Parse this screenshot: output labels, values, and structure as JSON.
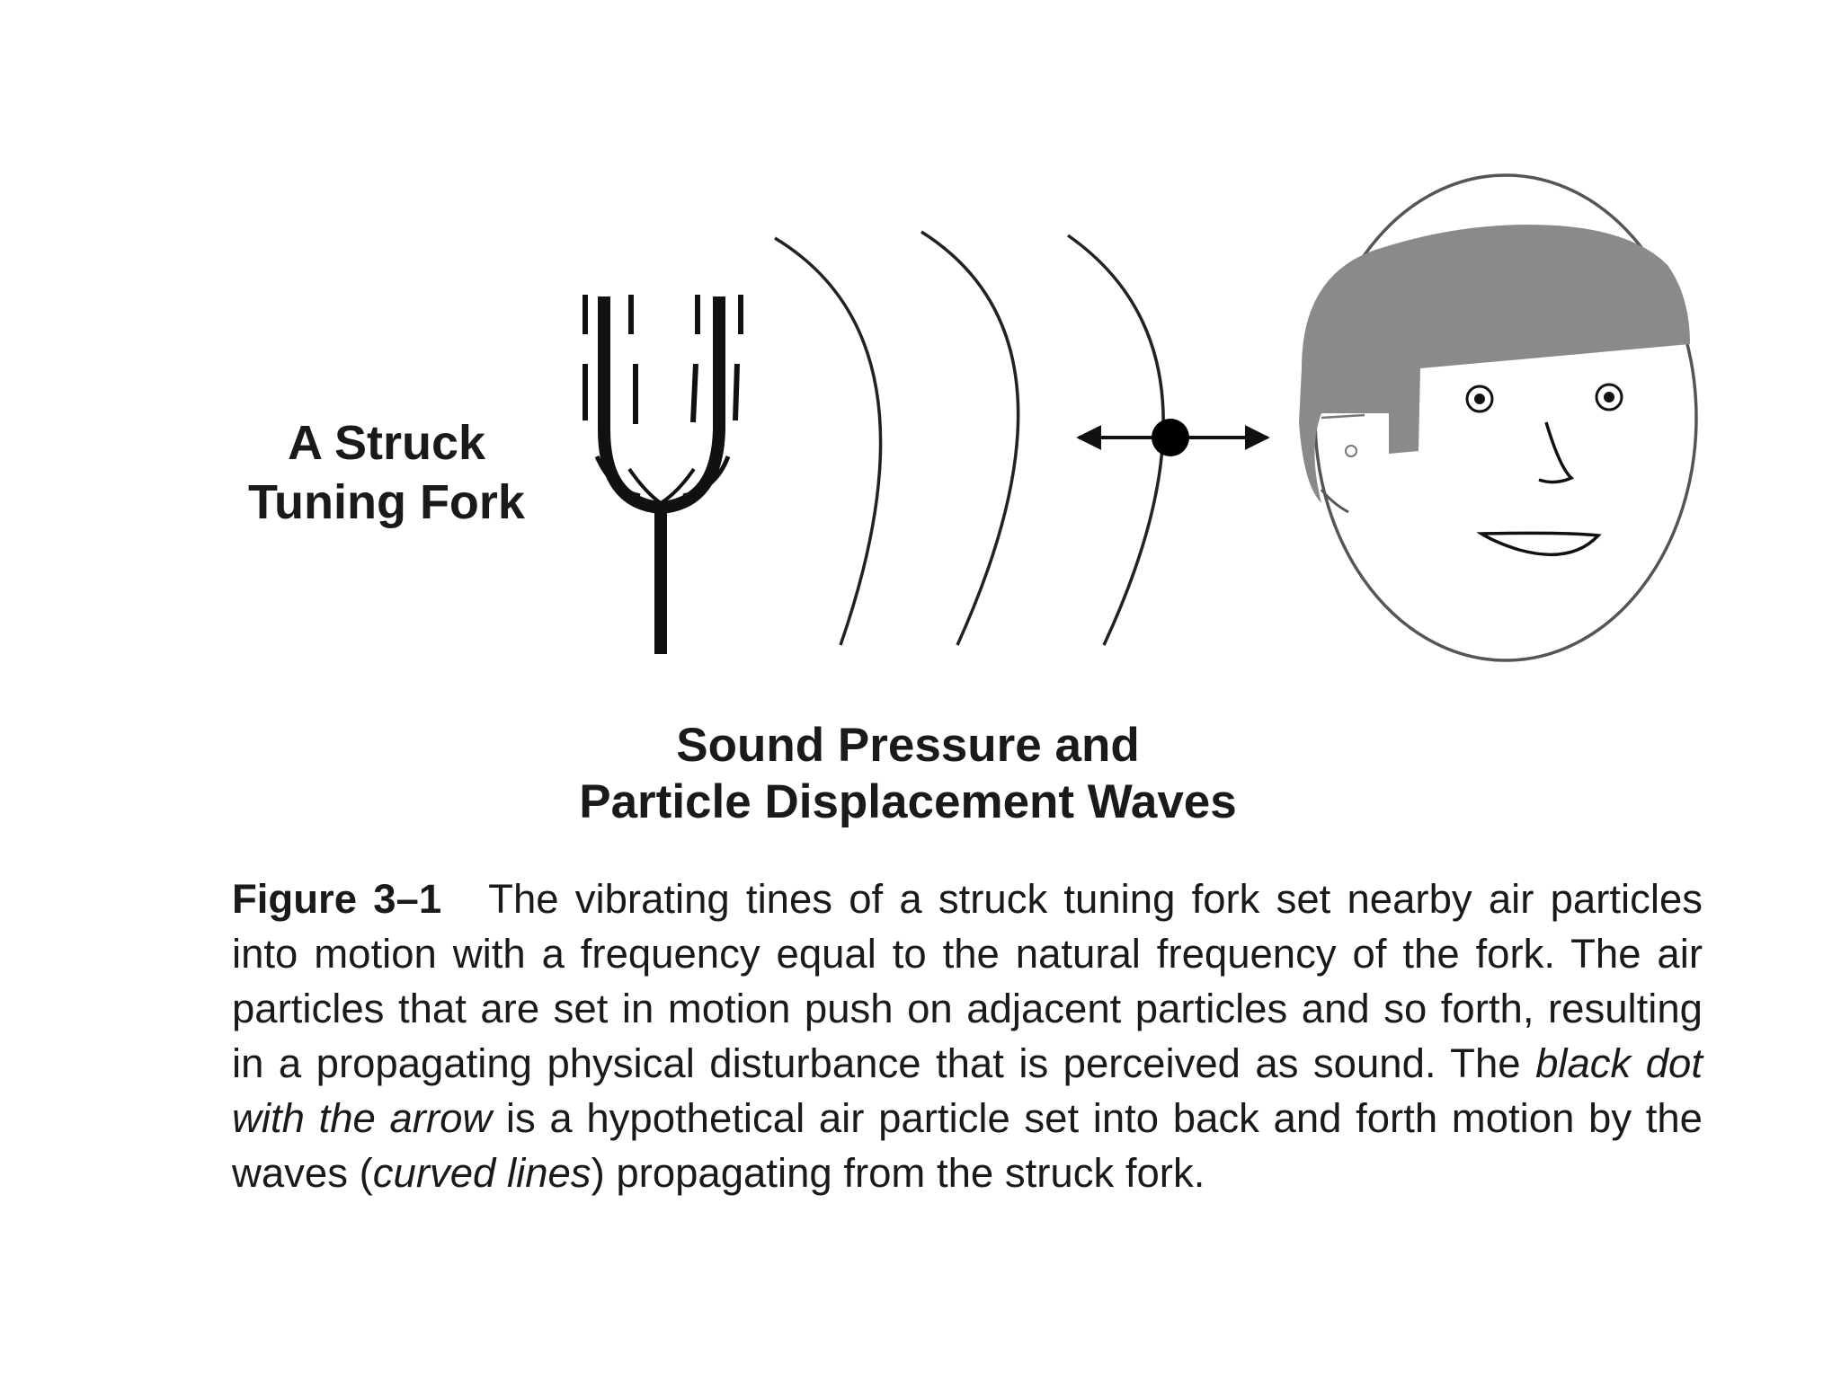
{
  "labels": {
    "fork_line1": "A Struck",
    "fork_line2": "Tuning Fork",
    "waves_line1": "Sound Pressure and",
    "waves_line2": "Particle Displacement Waves"
  },
  "caption": {
    "figure_number": "Figure 3–1",
    "text_part1": "The vibrating tines of a struck tuning fork set nearby air particles into motion with a frequency equal to the natural frequency of the fork. The air particles that are set in motion push on adjacent particles and so forth, resulting in a propagating physical disturbance that is perceived as sound. The ",
    "text_italic1": "black dot with the arrow",
    "text_part2": " is a hypothetical air particle set into back and forth motion by the waves (",
    "text_italic2": "curved lines",
    "text_part3": ") propagating from the struck fork."
  },
  "colors": {
    "ink": "#111111",
    "hair": "#8a8a8a",
    "face_outline": "#555555"
  },
  "icons": {
    "fork": "tuning-fork-icon",
    "particle": "air-particle-icon",
    "listener": "listener-face-icon"
  }
}
